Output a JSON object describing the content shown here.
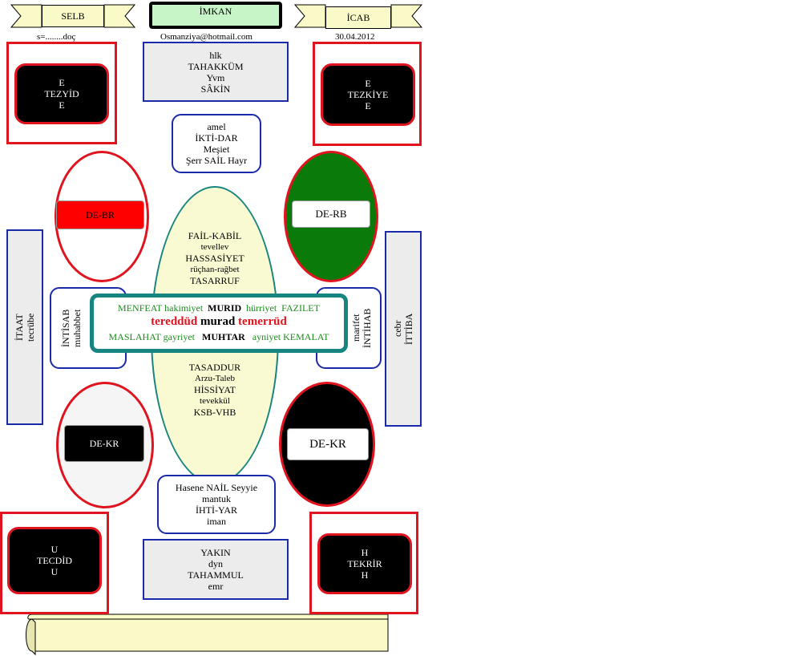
{
  "top": {
    "left_banner": "SELB",
    "center_title": "İMKAN",
    "right_banner": "İCAB",
    "left_note": "s=........doç",
    "center_note": "Osmanziya@hotmail.com",
    "right_note": "30.04.2012"
  },
  "corners": {
    "top_left": [
      "E",
      "TEZYİD",
      "E"
    ],
    "top_right": [
      "E",
      "TEZKİYE",
      "E"
    ],
    "bottom_left": [
      "U",
      "TECDİD",
      "U"
    ],
    "bottom_right": [
      "H",
      "TEKRİR",
      "H"
    ]
  },
  "top_box": [
    "hlk",
    "TAHAKKÜM",
    "Yvm",
    "SÂKİN"
  ],
  "amel_box": [
    "amel",
    "İKTİ-DAR",
    "Meşiet",
    "Şerr SAİL Hayr"
  ],
  "ovals": {
    "upper_left": "DE-BR",
    "upper_right": "DE-RB",
    "lower_left": "DE-KR",
    "lower_right": "DE-KR"
  },
  "side_columns": {
    "left": [
      "İTAAT",
      "tecrübe"
    ],
    "right": [
      "cebr",
      "İTTİBA"
    ]
  },
  "side_boxes": {
    "left": [
      "İNTİSAB",
      "muhabbet"
    ],
    "right": [
      "marifet",
      "İNTİHAB"
    ]
  },
  "big_ellipse": {
    "upper": [
      "FAİL-KABİL",
      "tevellev",
      "HASSASİYET",
      "rüçhan-rağbet",
      "TASARRUF"
    ],
    "lower": [
      "TASADDUR",
      "Arzu-Taleb",
      "HİSSİYAT",
      "tevekkül",
      "KSB-VHB"
    ]
  },
  "center_box": {
    "row1": {
      "a": "MENFEAT",
      "b": "hakimiyet",
      "c": "MURID",
      "d": "hürriyet",
      "e": "FAZILET"
    },
    "row2": {
      "a": "tereddüd",
      "b": "murad",
      "c": "temerrüd"
    },
    "row3": {
      "a": "MASLAHAT",
      "b": "gayriyet",
      "c": "MUHTAR",
      "d": "ayniyet",
      "e": "KEMALAT"
    }
  },
  "lower_box": [
    "Hasene NAİL Seyyie",
    "mantuk",
    "İHTİ-YAR",
    "iman"
  ],
  "bottom_box": [
    "YAKIN",
    "dyn",
    "TAHAMMUL",
    "emr"
  ],
  "colors": {
    "red": "#e0141e",
    "blue": "#1a2aa8",
    "teal": "#17857f",
    "green_fill": "#0a7a0a",
    "banner_yellow": "#fafac8",
    "title_green": "#c8f5c8",
    "ellipse_fill": "#fafad2"
  }
}
